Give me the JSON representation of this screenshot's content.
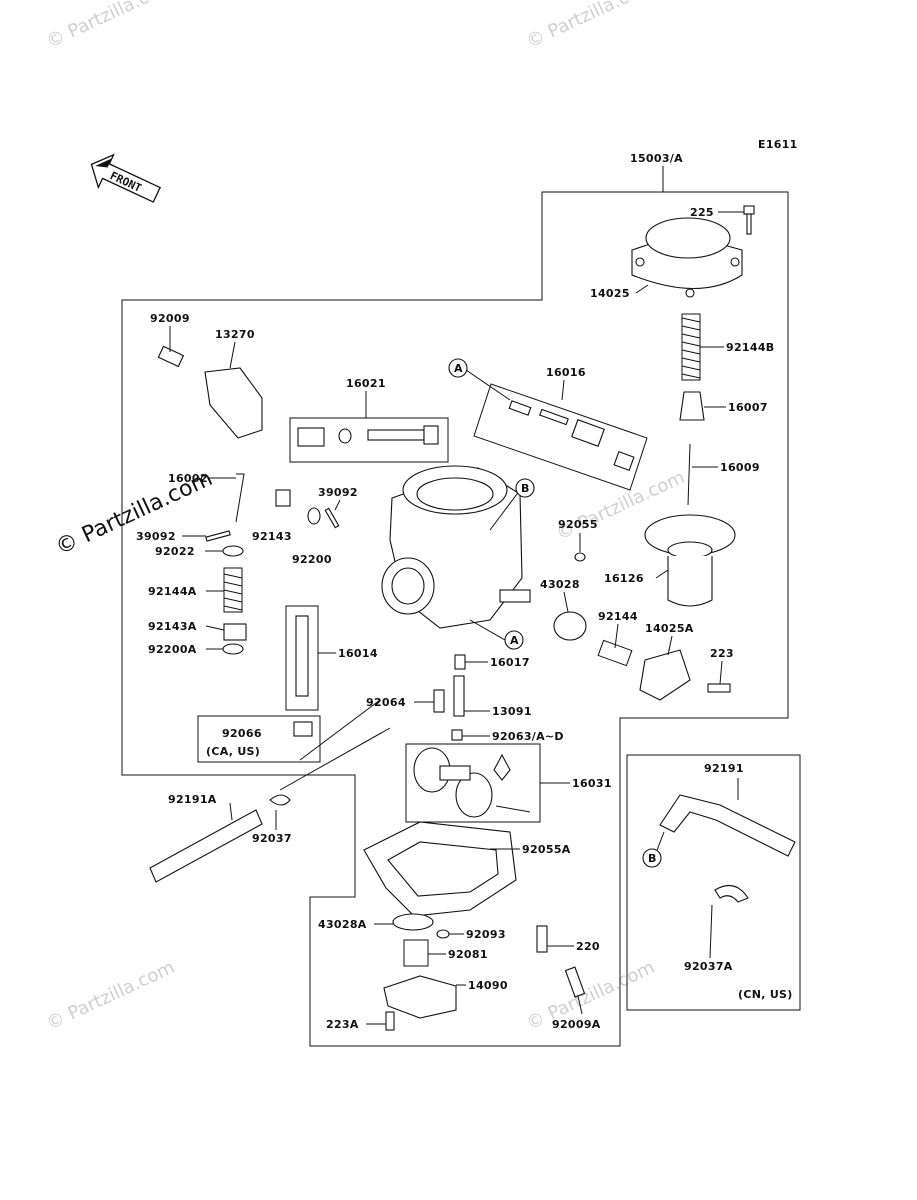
{
  "diagram_code": "E1611",
  "front_label": "FRONT",
  "watermark": "© Partzilla.com",
  "notes": {
    "ca_us": "(CA, US)",
    "cn_us": "(CN, US)"
  },
  "callouts": {
    "a": "A",
    "b": "B"
  },
  "parts": [
    "15003/A",
    "225",
    "14025",
    "92144B",
    "16007",
    "16009",
    "16126",
    "92144",
    "14025A",
    "223",
    "92009",
    "13270",
    "16021",
    "16016",
    "16002",
    "39092",
    "92143",
    "92200",
    "92022",
    "92144A",
    "92143A",
    "92200A",
    "16014",
    "92055",
    "43028",
    "16017",
    "92064",
    "13091",
    "92063/A~D",
    "92066",
    "16031",
    "92191A",
    "92037",
    "92055A",
    "43028A",
    "92093",
    "92081",
    "220",
    "14090",
    "223A",
    "92009A",
    "92191",
    "92037A"
  ]
}
